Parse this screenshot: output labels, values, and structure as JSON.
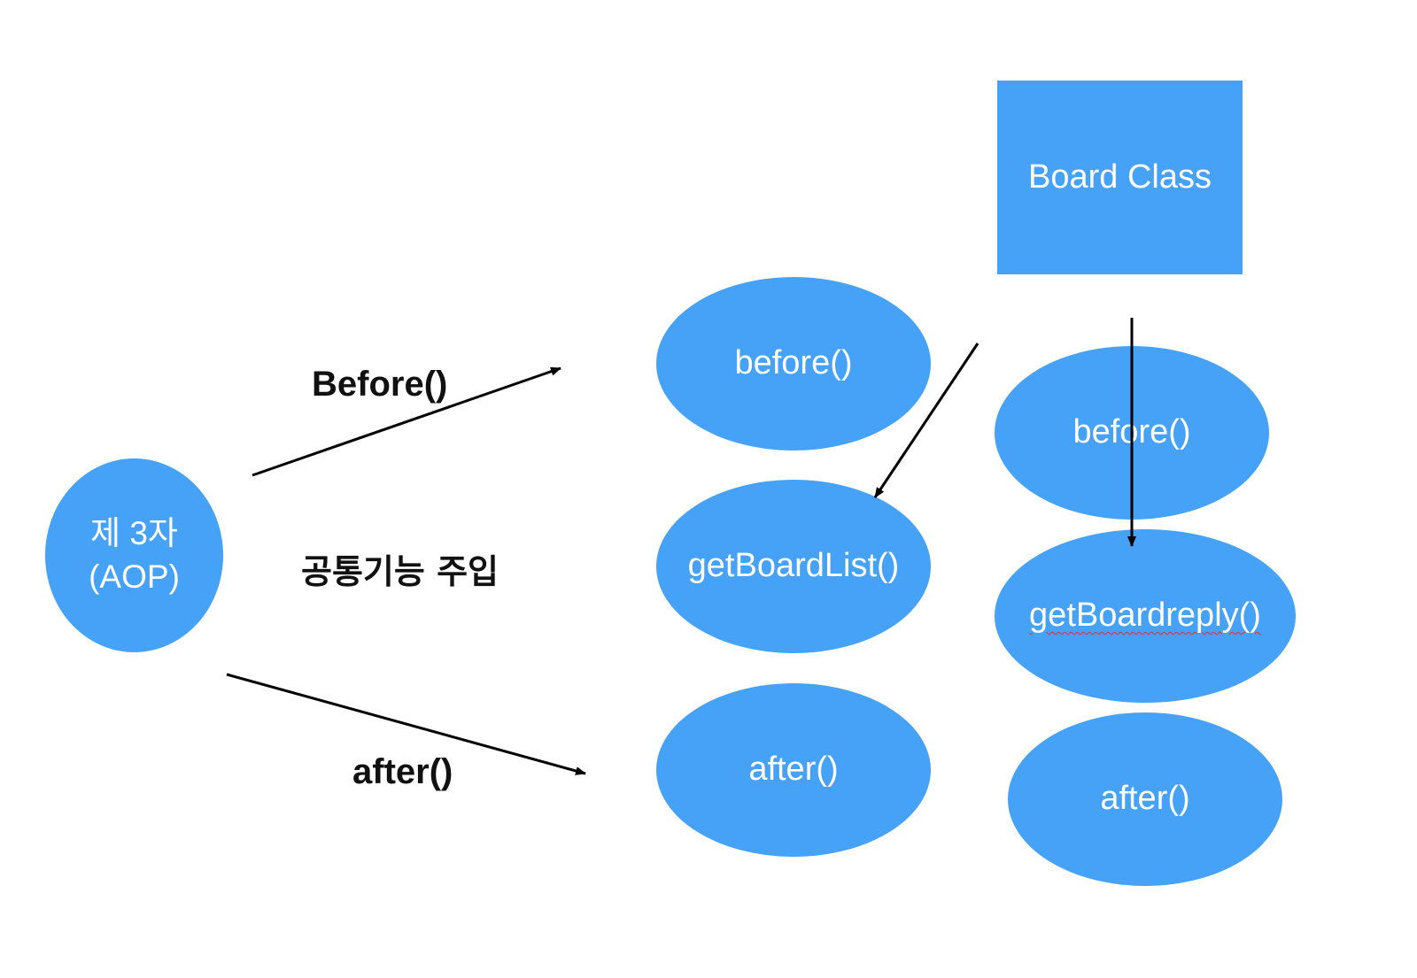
{
  "aop_node": {
    "line1": "제 3자",
    "line2": "(AOP)"
  },
  "labels": {
    "before_arrow": "Before()",
    "after_arrow": "after()",
    "injection": "공통기능 주입"
  },
  "board_class": {
    "title": "Board Class"
  },
  "column_left": {
    "before": "before()",
    "method": "getBoardList()",
    "after": "after()"
  },
  "column_right": {
    "before": "before()",
    "method": "getBoardreply()",
    "after": "after()"
  },
  "colors": {
    "node_fill": "#46A2F7",
    "node_text": "#FFFFFF",
    "arrow": "#000000",
    "spellcheck_underline": "#E03030"
  }
}
